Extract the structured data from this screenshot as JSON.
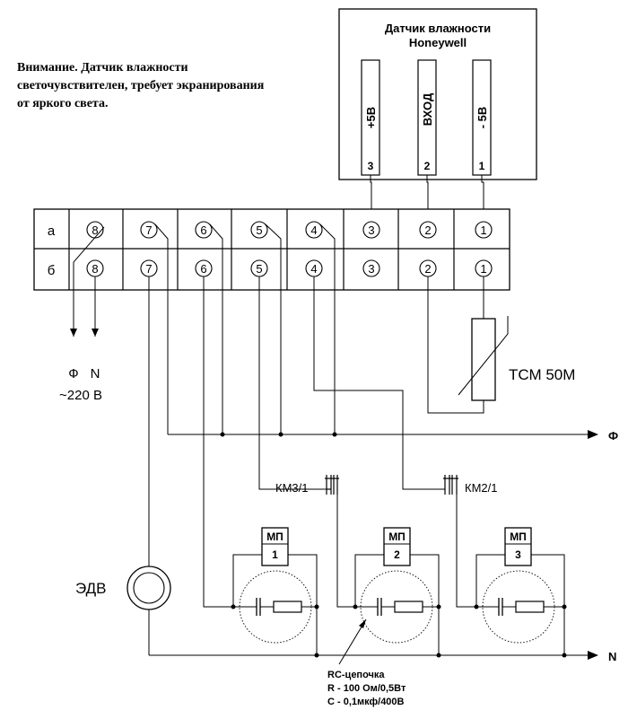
{
  "warning_note": {
    "line1": "Внимание. Датчик влажности",
    "line2": "светочувствителен, требует экранирования",
    "line3": "от яркого света."
  },
  "sensor": {
    "title_line1": "Датчик влажности",
    "title_line2": "Honeywell",
    "pins": [
      {
        "label": "+5В",
        "number": "3"
      },
      {
        "label": "ВХОД",
        "number": "2"
      },
      {
        "label": "- 5В",
        "number": "1"
      }
    ]
  },
  "terminal_block": {
    "row_a": "а",
    "row_b": "б",
    "terminals": [
      "8",
      "7",
      "6",
      "5",
      "4",
      "3",
      "2",
      "1"
    ]
  },
  "power_input": {
    "phase": "Ф",
    "neutral": "N",
    "voltage": "~220 В"
  },
  "tcm": {
    "label": "ТСМ 50М"
  },
  "bus_phase": "Ф",
  "bus_neutral": "N",
  "contacts": {
    "km3": "КМ3/1",
    "km2": "КМ2/1"
  },
  "motor": {
    "label": "ЭДВ"
  },
  "valves": {
    "label": "МП",
    "numbers": [
      "1",
      "2",
      "3"
    ]
  },
  "rc_note": {
    "line1": "RC-цепочка",
    "line2": "R - 100 Ом/0,5Вт",
    "line3": "С - 0,1мкф/400В"
  }
}
